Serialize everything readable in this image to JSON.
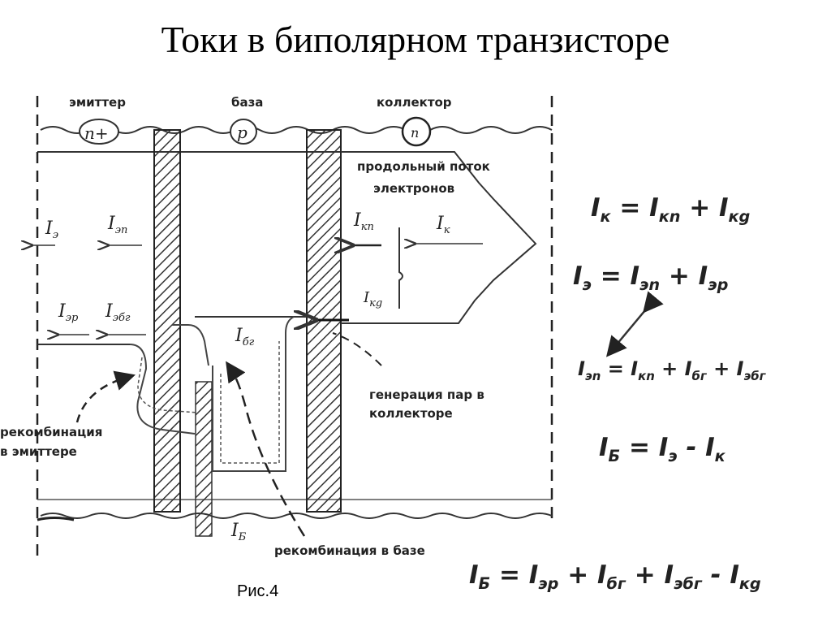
{
  "title": "Токи в биполярном транзисторе",
  "caption": "Рис.4",
  "regions": {
    "emitter": "эмиттер",
    "base": "база",
    "collector": "коллектор",
    "emitter_type": "n+",
    "base_type": "p",
    "collector_type": "n"
  },
  "annotations": {
    "flow_line1": "продольный поток",
    "flow_line2": "электронов",
    "generation_line1": "генерация пар в",
    "generation_line2": "коллекторе",
    "recomb_emitter_line1": "рекомбинация",
    "recomb_emitter_line2": "в эмиттере",
    "recomb_base": "рекомбинация  в базе"
  },
  "currents": {
    "I_e": {
      "main": "I",
      "sub": "э"
    },
    "I_en": {
      "main": "I",
      "sub": "эn"
    },
    "I_kn": {
      "main": "I",
      "sub": "кn"
    },
    "I_k": {
      "main": "I",
      "sub": "к"
    },
    "I_kg": {
      "main": "I",
      "sub": "кg"
    },
    "I_er": {
      "main": "I",
      "sub": "эр"
    },
    "I_ebg": {
      "main": "I",
      "sub": "эбг"
    },
    "I_bg": {
      "main": "I",
      "sub": "бг"
    },
    "I_b": {
      "main": "I",
      "sub": "Б"
    }
  },
  "equations": [
    "I<sub>к</sub> = I<sub>кn</sub> + I<sub>кg</sub>",
    "I<sub>э</sub> = I<sub>эn</sub> + I<sub>эр</sub>",
    "I<sub>эn</sub> = I<sub>кn</sub> + I<sub>бг</sub> + I<sub>эбг</sub>",
    "I<sub>Б</sub> = I<sub>э</sub> - I<sub>к</sub>",
    "I<sub>Б</sub> = I<sub>эр</sub> + I<sub>бг</sub> + I<sub>эбг</sub> - I<sub>кg</sub>"
  ]
}
